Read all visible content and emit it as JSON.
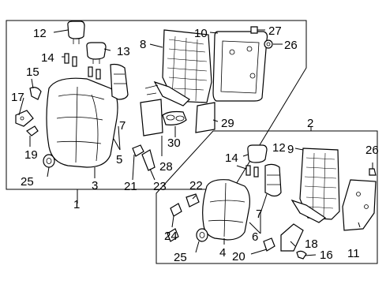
{
  "labels": {
    "c1": "1",
    "c2": "2",
    "c3": "3",
    "c4": "4",
    "c5": "5",
    "c6": "6",
    "c7a": "7",
    "c7b": "7",
    "c8": "8",
    "c9": "9",
    "c10": "10",
    "c11": "11",
    "c12a": "12",
    "c12b": "12",
    "c13": "13",
    "c14a": "14",
    "c14b": "14",
    "c15": "15",
    "c16": "16",
    "c17": "17",
    "c18": "18",
    "c19": "19",
    "c20": "20",
    "c21": "21",
    "c22": "22",
    "c23": "23",
    "c24": "24",
    "c25a": "25",
    "c25b": "25",
    "c26a": "26",
    "c26b": "26",
    "c27": "27",
    "c28": "28",
    "c29": "29",
    "c30": "30"
  }
}
